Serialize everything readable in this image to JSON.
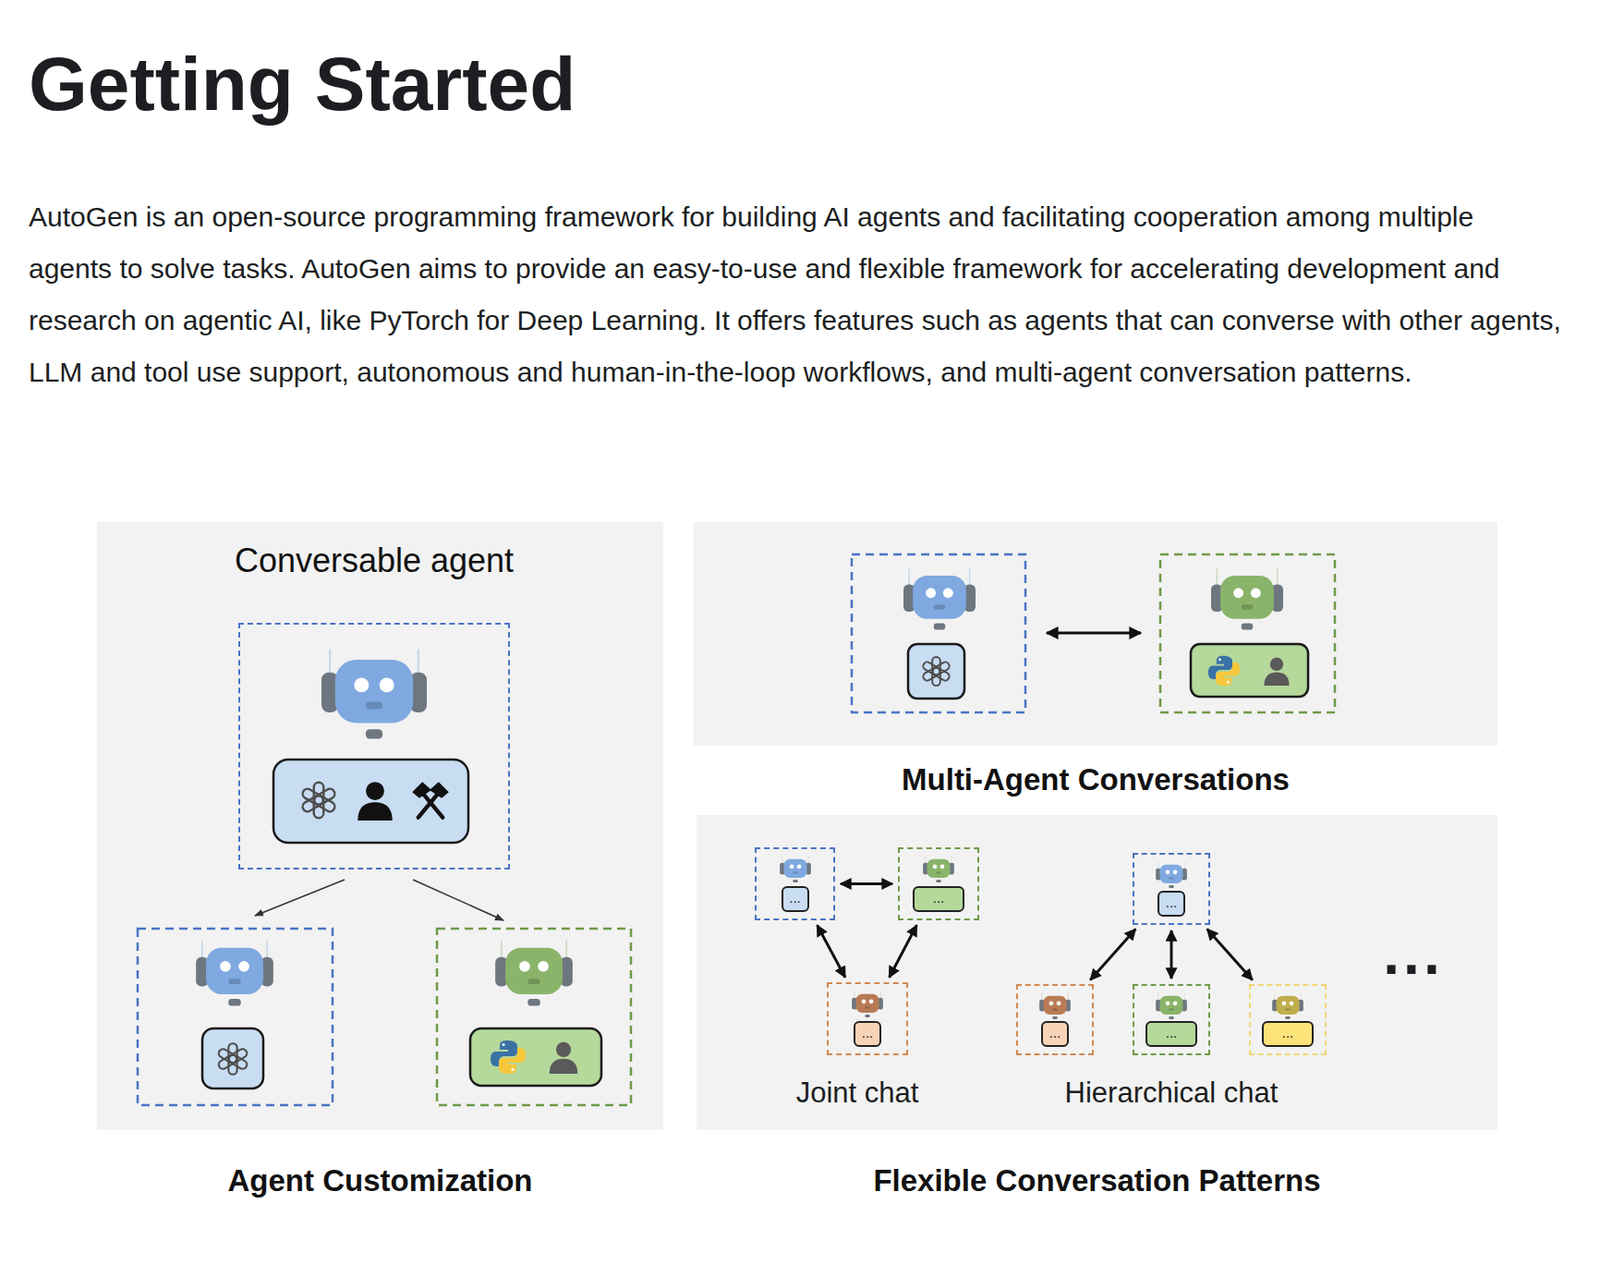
{
  "diagram": {
    "title": "Getting Started",
    "nodes": [
      {
        "text": [
          "Agent Customization"
        ]
      },
      {
        "text": [
          "Conversable agent"
        ],
        "in": 0
      },
      {
        "text": [
          "Multi-Agent Conversations"
        ]
      },
      {
        "text": [
          "Flexible Conversation Patterns"
        ]
      },
      {
        "text": [
          "..."
        ],
        "in": 3
      },
      {
        "text": [
          "..."
        ],
        "in": 3
      },
      {
        "text": [
          "..."
        ],
        "in": 3
      },
      {
        "text": [
          "..."
        ],
        "in": 3
      },
      {
        "text": [
          "..."
        ],
        "in": 3
      },
      {
        "text": [
          "..."
        ],
        "in": 3
      },
      {
        "text": [
          "..."
        ],
        "in": 3
      }
    ],
    "edges": [
      {
        "from": 4,
        "to": 5,
        "arrow": "both"
      },
      {
        "from": 4,
        "to": 6,
        "arrow": "both"
      },
      {
        "from": 5,
        "to": 6,
        "arrow": "both"
      },
      {
        "from": 7,
        "to": 8,
        "arrow": "both"
      },
      {
        "from": 7,
        "to": 9,
        "arrow": "both"
      },
      {
        "from": 7,
        "to": 10,
        "arrow": "both"
      }
    ],
    "labels": [
      "AutoGen is an open-source programming framework for building AI agents and facilitating cooperation among multiple agents to solve tasks. AutoGen aims to provide an easy-to-use and flexible framework for accelerating development and research on agentic AI, like PyTorch for Deep Learning. It offers features such as agents that can converse with other agents, LLM and tool use support, autonomous and human-in-the-loop workflows, and multi-agent conversation patterns.",
      "Joint chat",
      "Hierarchical chat",
      "..."
    ]
  }
}
